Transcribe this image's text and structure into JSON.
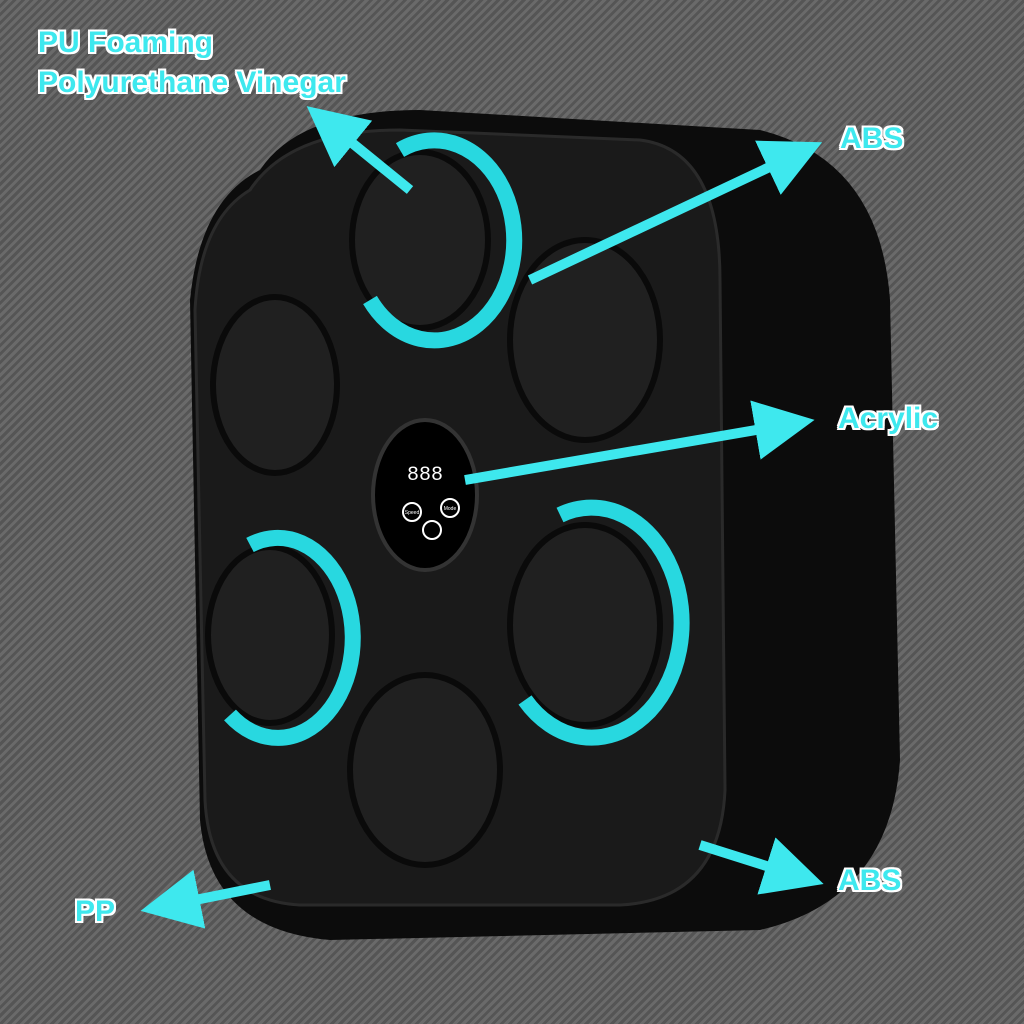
{
  "labels": {
    "pu_line1": "PU Foaming",
    "pu_line2": "Polyurethane Vinegar",
    "abs_top": "ABS",
    "acrylic": "Acrylic",
    "abs_bottom": "ABS",
    "pp": "PP"
  },
  "display": {
    "digits": "888",
    "button_speed": "Speed",
    "button_mode": "Mode"
  },
  "colors": {
    "accent": "#3ee8ee",
    "body": "#141414"
  }
}
